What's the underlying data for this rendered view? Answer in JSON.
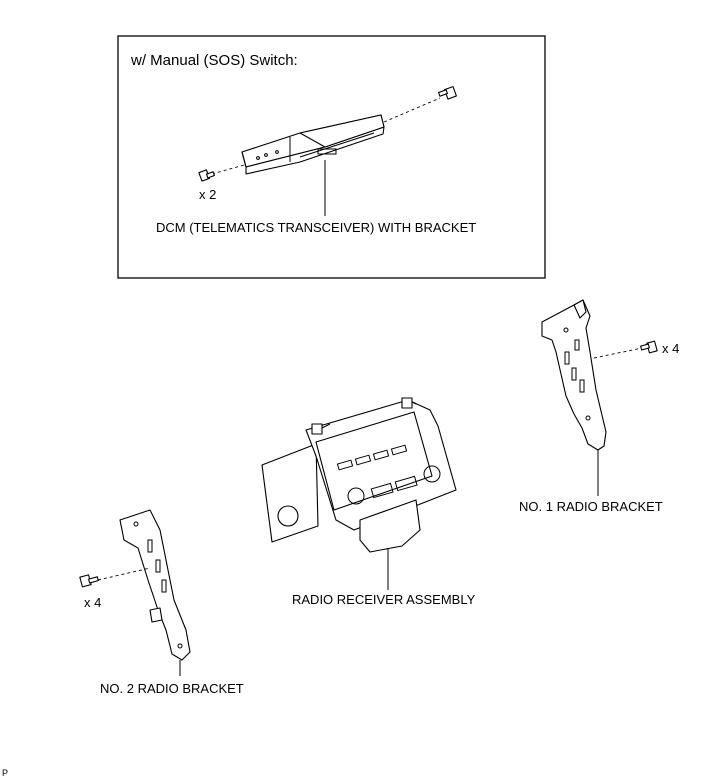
{
  "inset": {
    "title": "w/ Manual (SOS) Switch:",
    "bolt_qty": "x 2",
    "part_label": "DCM (TELEMATICS TRANSCEIVER) WITH BRACKET"
  },
  "parts": {
    "radio_receiver": "RADIO RECEIVER ASSEMBLY",
    "no1_bracket": "NO. 1 RADIO BRACKET",
    "no2_bracket": "NO. 2 RADIO BRACKET"
  },
  "bolt_quantities": {
    "no1": "x 4",
    "no2": "x 4"
  },
  "corner_mark": "P"
}
